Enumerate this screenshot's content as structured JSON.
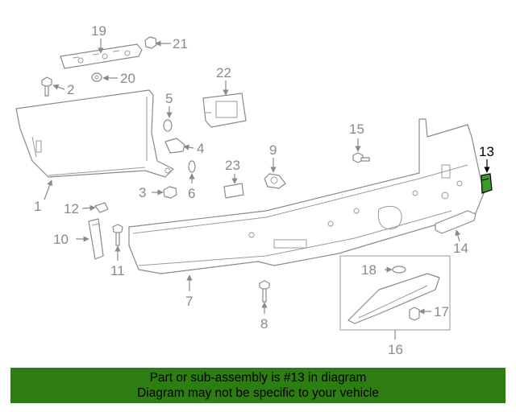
{
  "diagram": {
    "callouts": [
      "1",
      "2",
      "3",
      "4",
      "5",
      "6",
      "7",
      "8",
      "9",
      "10",
      "11",
      "12",
      "13",
      "14",
      "15",
      "16",
      "17",
      "18",
      "19",
      "20",
      "21",
      "22",
      "23"
    ],
    "highlighted_callout": "13"
  },
  "banner": {
    "line1": "Part or sub-assembly is #13 in diagram",
    "line2": "Diagram may not be specific to your vehicle",
    "background": "#2e7d12"
  }
}
